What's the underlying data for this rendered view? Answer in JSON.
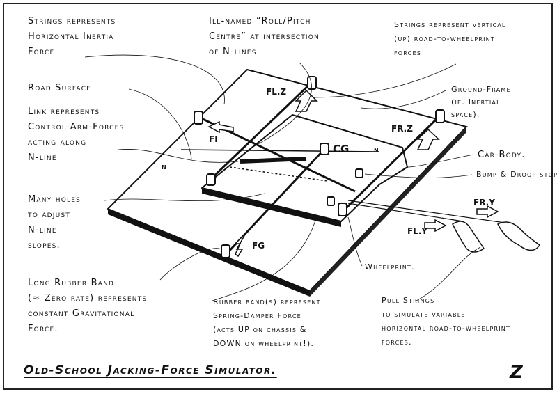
{
  "labels": {
    "strings_horizontal": [
      "Strings represents",
      "Horizontal Inertia",
      "Force"
    ],
    "roll_pitch": [
      "Ill-named “Roll/Pitch",
      "Centre” at intersection",
      "of N-lines"
    ],
    "strings_vertical": [
      "Strings represent vertical",
      "(up) road-to-wheelprint",
      "forces"
    ],
    "road_surface": [
      "Road Surface"
    ],
    "ground_frame": [
      "Ground-Frame",
      "(ie. Inertial",
      "space)."
    ],
    "link": [
      "Link represents",
      "Control-Arm-Forces",
      "acting along",
      "N-line"
    ],
    "car_body": [
      "Car-Body."
    ],
    "bump_droop": [
      "Bump & Droop stops."
    ],
    "many_holes": [
      "Many holes",
      "to adjust",
      "N-line",
      "slopes."
    ],
    "wheel_print": [
      "Wheelprint."
    ],
    "long_rubber_band": [
      "Long Rubber Band",
      "(≈ Zero rate) represents",
      "constant Gravitational",
      "Force."
    ],
    "rubber_bands": [
      "Rubber band(s) represent",
      "Spring-Damper Force",
      "(acts UP on chassis &",
      "DOWN on wheelprint!)."
    ],
    "pull_strings": [
      "Pull Strings",
      "to simulate variable",
      "horizontal road-to-wheelprint",
      "forces."
    ]
  },
  "force_labels": {
    "flz": "FL.Z",
    "frz": "FR.Z",
    "fi": "FI",
    "cg": "CG",
    "n": "n",
    "fg": "FG",
    "fry": "FR.Y",
    "fly": "FL.Y"
  },
  "title": "Old-School Jacking-Force Simulator.",
  "signature": "Z"
}
